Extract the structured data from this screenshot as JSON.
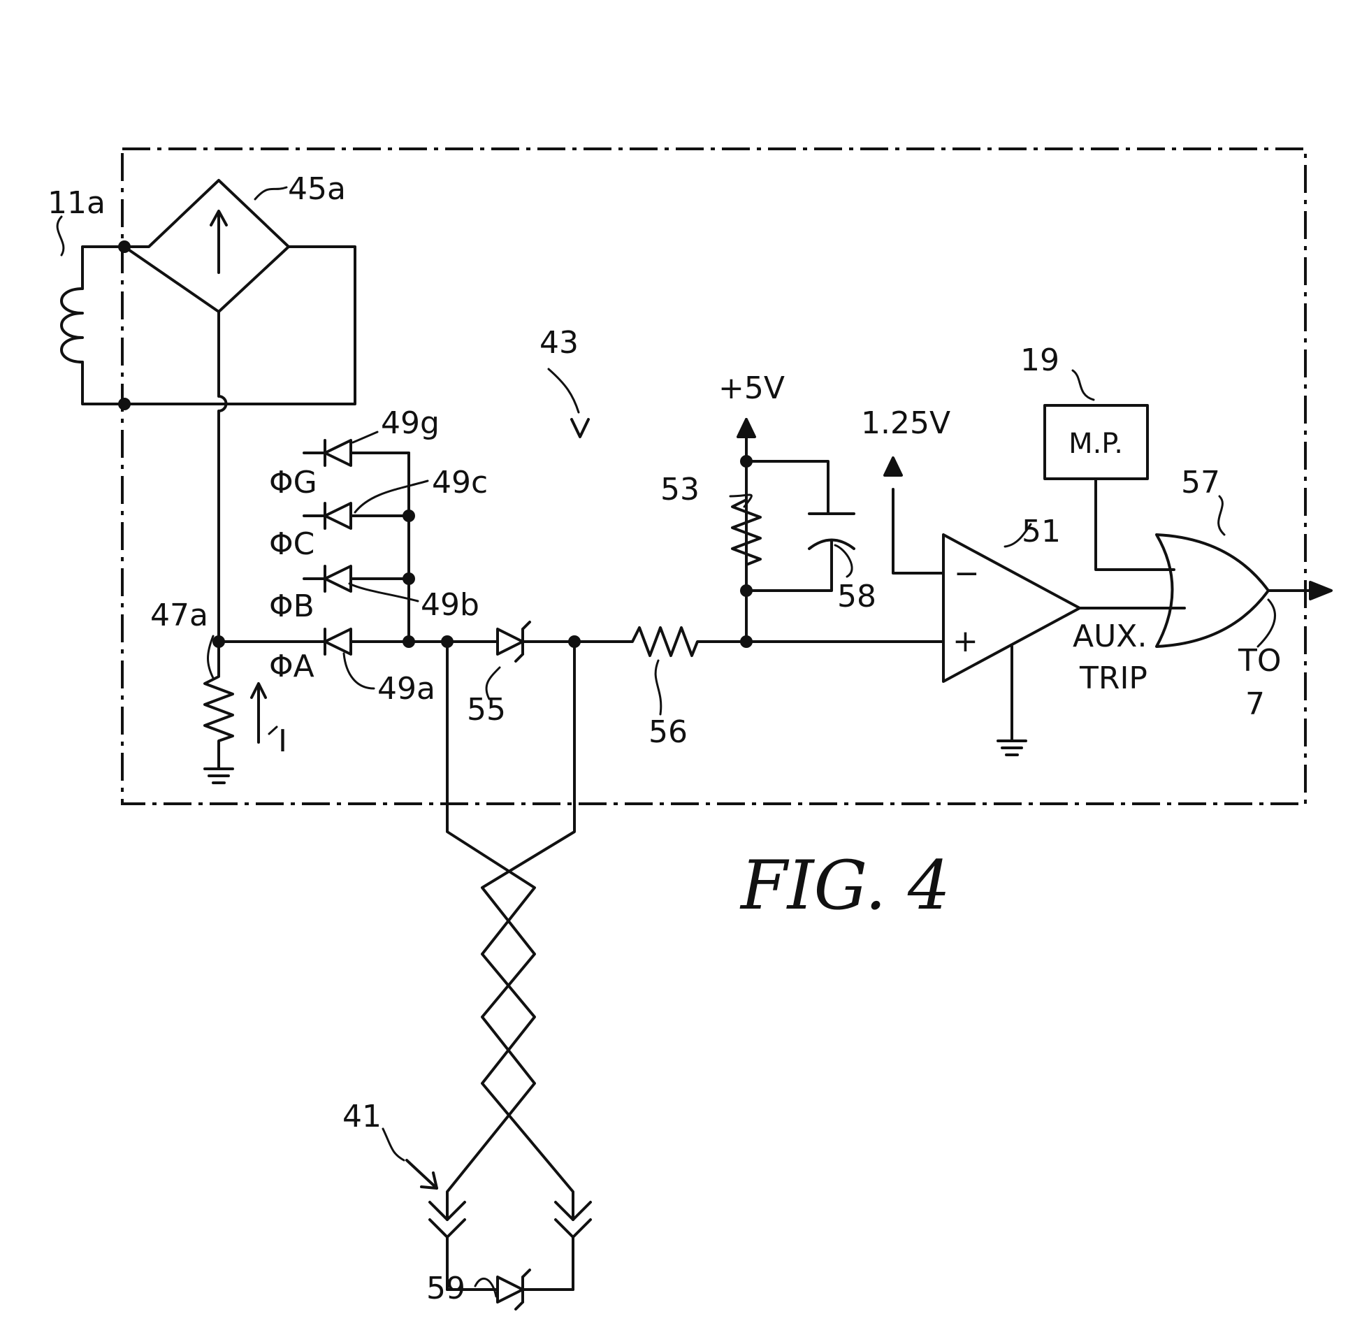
{
  "figure": {
    "caption": "FIG. 4"
  },
  "labels": {
    "coil": "11a",
    "bridge": "45a",
    "circuit": "43",
    "burden_resistor": "47a",
    "current": "I",
    "phase_g": "ΦG",
    "phase_c": "ΦC",
    "phase_b": "ΦB",
    "phase_a": "ΦA",
    "diode_g": "49g",
    "diode_c": "49c",
    "diode_b": "49b",
    "diode_a": "49a",
    "zener_55": "55",
    "resistor_56": "56",
    "supply": "+5V",
    "resistor_53": "53",
    "capacitor_58": "58",
    "reference": "1.25V",
    "comparator_51": "51",
    "minus": "−",
    "plus": "+",
    "aux_trip_1": "AUX.",
    "aux_trip_2": "TRIP",
    "microprocessor_ref": "19",
    "microprocessor": "M.P.",
    "or_gate_57": "57",
    "to_1": "TO",
    "to_2": "7",
    "connector_41": "41",
    "zener_59": "59"
  }
}
